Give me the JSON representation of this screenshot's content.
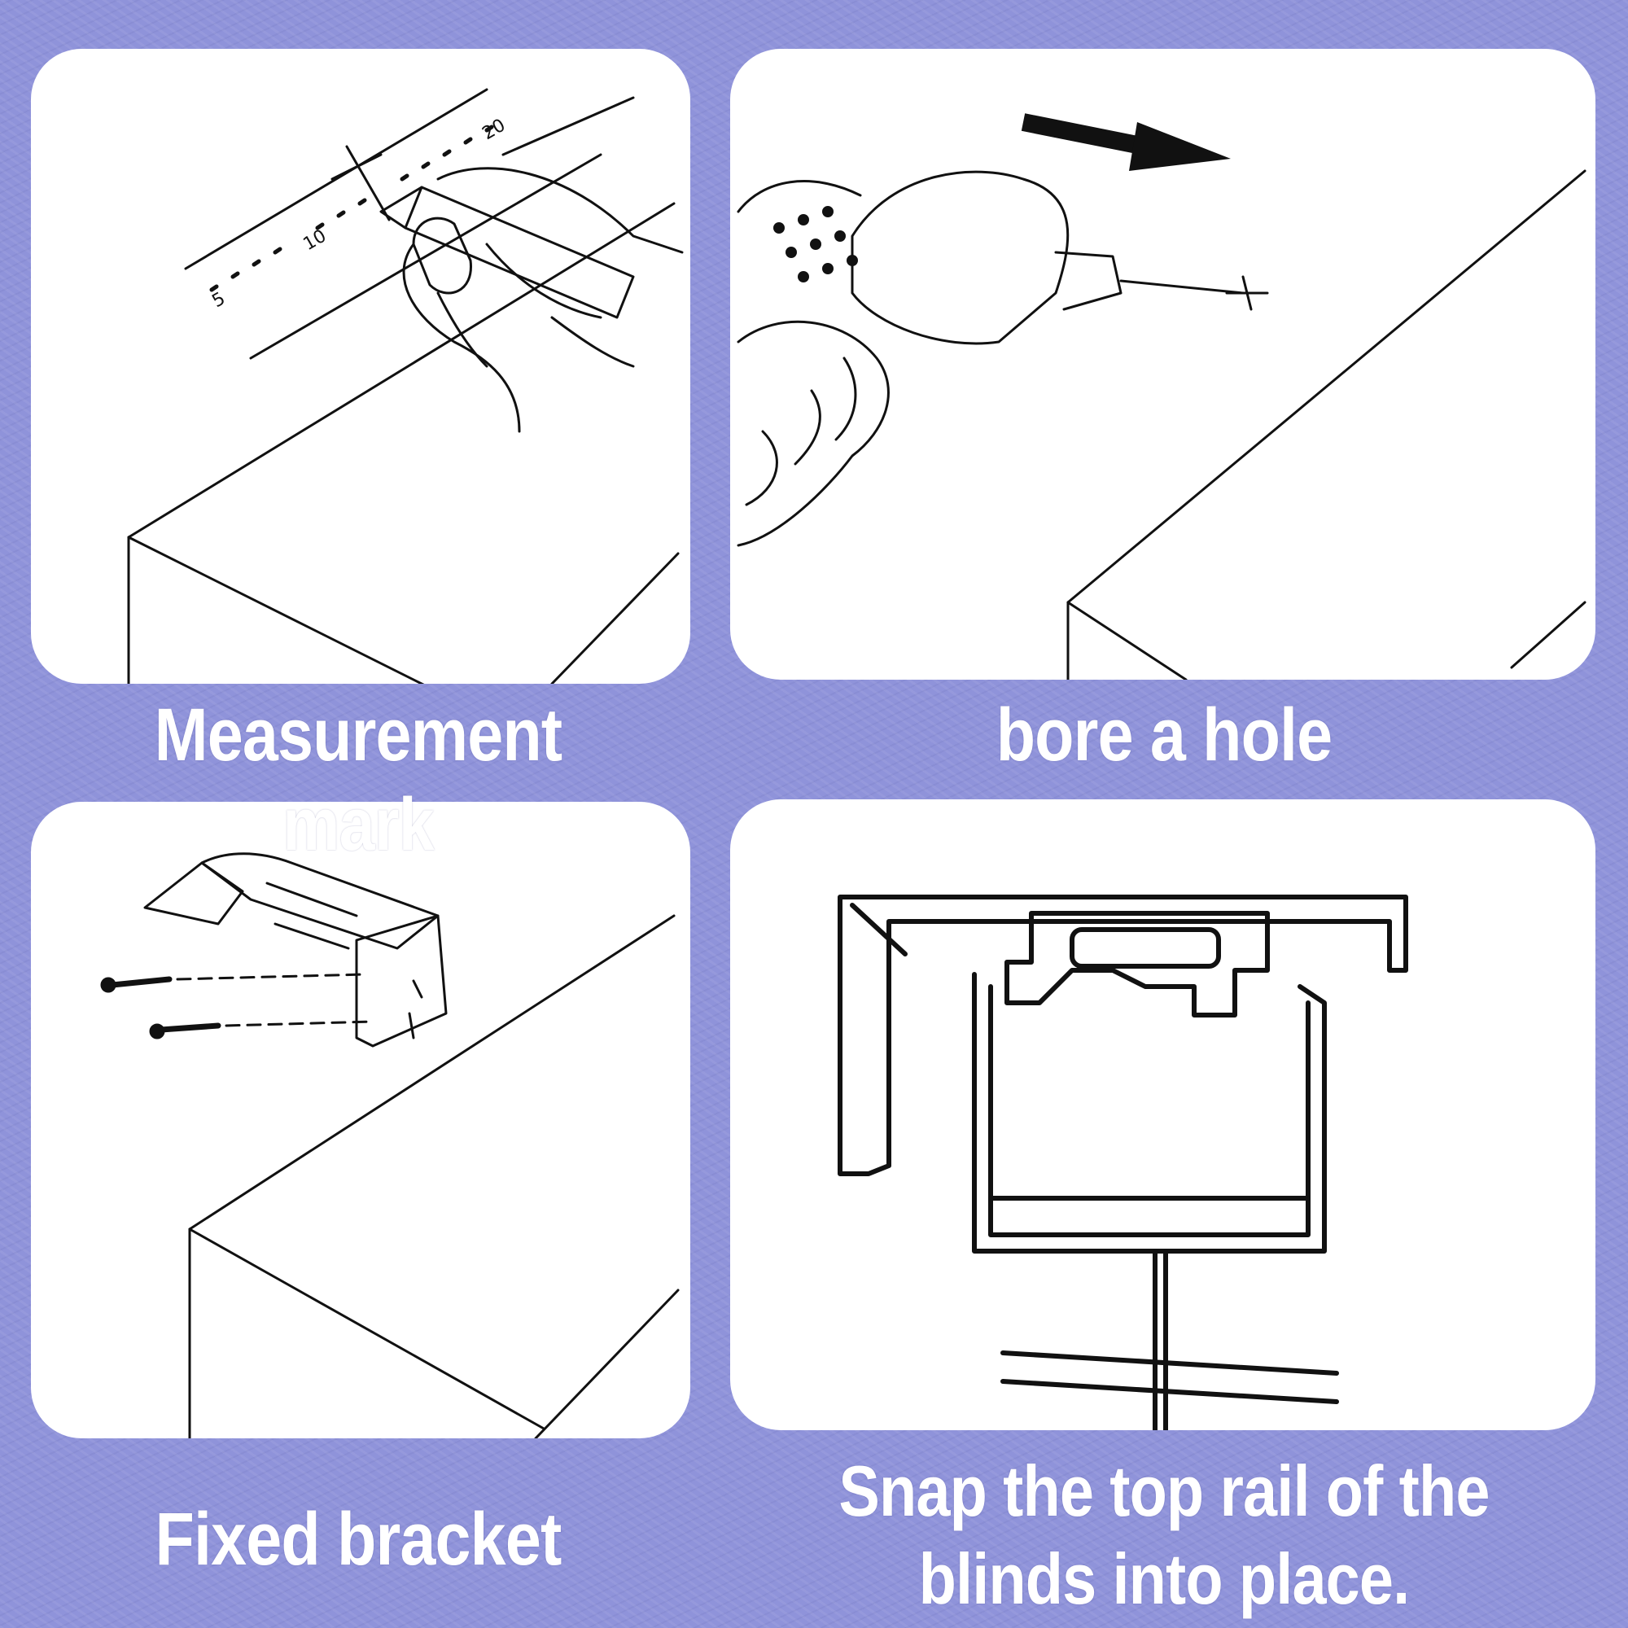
{
  "background_color": "#8f93da",
  "steps": [
    {
      "caption": "Measurement mark",
      "illustration": "hand-marking-with-pencil-and-ruler"
    },
    {
      "caption": "bore a hole",
      "illustration": "hand-drill-boring-hole"
    },
    {
      "caption": "Fixed bracket",
      "illustration": "bracket-with-screws"
    },
    {
      "caption_lines": [
        "Snap the top rail of the",
        "blinds into place."
      ],
      "illustration": "top-rail-snapped-into-bracket"
    }
  ],
  "ruler_labels": [
    "5",
    "10",
    "20"
  ]
}
